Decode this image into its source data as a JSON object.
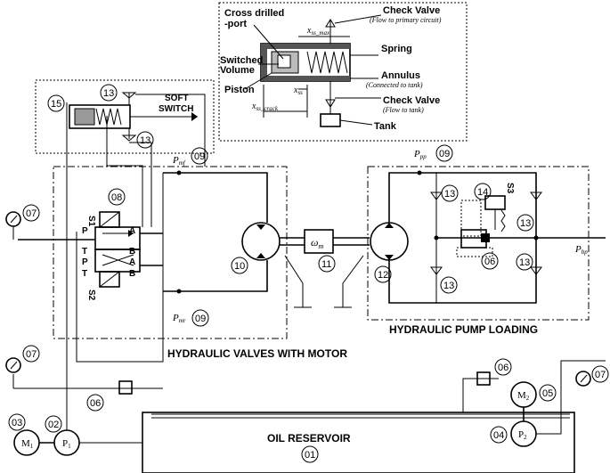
{
  "inset": {
    "cross_drilled_port": "Cross drilled",
    "cross_drilled_port_2": "-port",
    "check_valve_primary": "Check Valve",
    "check_valve_primary_note": "(Flow to primary circuit)",
    "x_ss_max": "x",
    "x_ss_max_sub": "ss_max",
    "spring": "Spring",
    "switched_volume": "Switched",
    "switched_volume_2": "Volume",
    "annulus": "Annulus",
    "annulus_note": "(Connected to tank)",
    "piston": "Piston",
    "x_ss": "x",
    "x_ss_sub": "ss",
    "x_ss_crack": "x",
    "x_ss_crack_sub": "ss_crack",
    "check_valve_tank": "Check Valve",
    "check_valve_tank_note": "(Flow to tank)",
    "tank": "Tank"
  },
  "soft_switch": {
    "line1": "SOFT",
    "line2": "SWITCH"
  },
  "labels": {
    "n15": "15",
    "n13a": "13",
    "n13b": "13",
    "n09a": "09",
    "n09b": "09",
    "n09c": "09",
    "n08": "08",
    "n07a": "07",
    "n07b": "07",
    "n07c": "07",
    "n10": "10",
    "n11": "11",
    "n12": "12",
    "n14": "14",
    "n13c": "13",
    "n13d": "13",
    "n13e": "13",
    "n13f": "13",
    "n06a": "06",
    "n06b": "06",
    "n06c": "06",
    "n05": "05",
    "n04": "04",
    "n03": "03",
    "n02": "02",
    "n01": "01"
  },
  "pressure": {
    "p_mf": "P",
    "p_mf_sub": "mf",
    "p_mr": "P",
    "p_mr_sub": "mr",
    "p_pp": "P",
    "p_pp_sub": "pp",
    "p_bp": "P",
    "p_bp_sub": "bp"
  },
  "valve": {
    "s1": "S1",
    "s2": "S2",
    "s3": "S3",
    "P": "P",
    "A": "A",
    "T1": "T",
    "P2": "P",
    "T2": "T",
    "B1": "B",
    "A2": "A",
    "B2": "B"
  },
  "omega": "ω",
  "omega_sub": "m",
  "motor": {
    "m1": "M",
    "m1_sub": "1",
    "p1": "P",
    "p1_sub": "1",
    "m2": "M",
    "m2_sub": "2",
    "p2": "P",
    "p2_sub": "2"
  },
  "titles": {
    "valves_motor": "HYDRAULIC VALVES WITH MOTOR",
    "pump_loading": "HYDRAULIC PUMP LOADING",
    "reservoir": "OIL RESERVOIR"
  }
}
